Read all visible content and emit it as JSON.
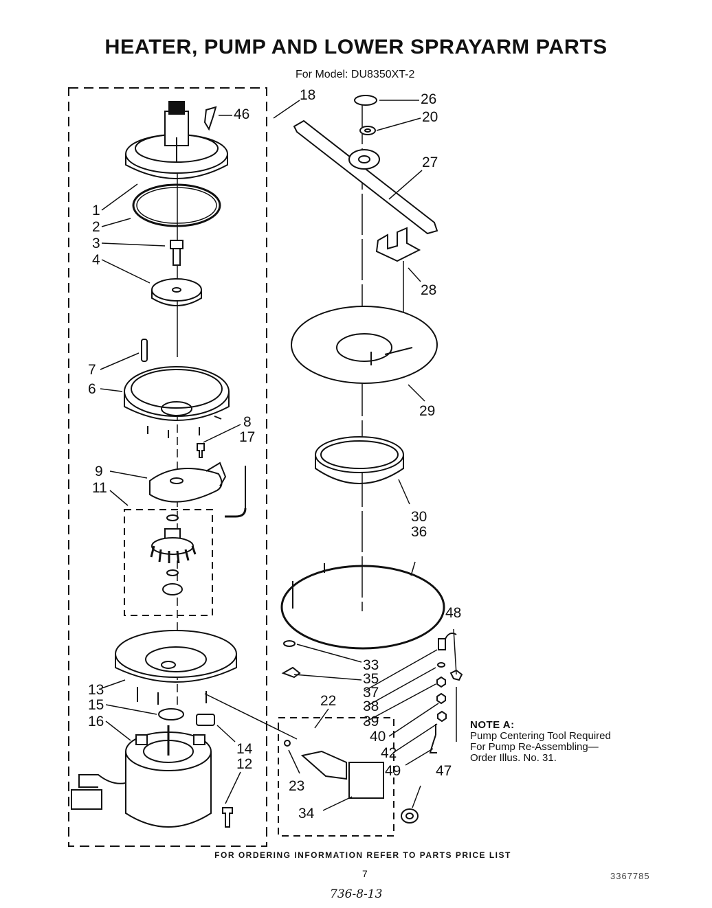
{
  "title": "HEATER, PUMP AND LOWER SPRAYARM PARTS",
  "model": "For Model: DU8350XT-2",
  "footer": "FOR ORDERING INFORMATION REFER TO PARTS PRICE LIST",
  "page_number": "7",
  "document_number": "3367785",
  "handwritten_note": "736-8-13",
  "note": {
    "heading": "NOTE A:",
    "lines": [
      "Pump Centering Tool Required",
      "For Pump Re-Assembling—",
      "Order Illus. No. 31."
    ]
  },
  "callouts": {
    "c46": "46",
    "c1": "1",
    "c2": "2",
    "c3": "3",
    "c4": "4",
    "c7": "7",
    "c6": "6",
    "c8": "8",
    "c17": "17",
    "c9": "9",
    "c11": "11",
    "c13": "13",
    "c15": "15",
    "c16": "16",
    "c14": "14",
    "c12": "12",
    "c18": "18",
    "c26": "26",
    "c20": "20",
    "c27": "27",
    "c28": "28",
    "c29": "29",
    "c30": "30",
    "c36": "36",
    "c48": "48",
    "c33": "33",
    "c35": "35",
    "c37": "37",
    "c38": "38",
    "c39": "39",
    "c40": "40",
    "c42": "42",
    "c49": "49",
    "c22": "22",
    "c23": "23",
    "c34": "34",
    "c47": "47"
  }
}
